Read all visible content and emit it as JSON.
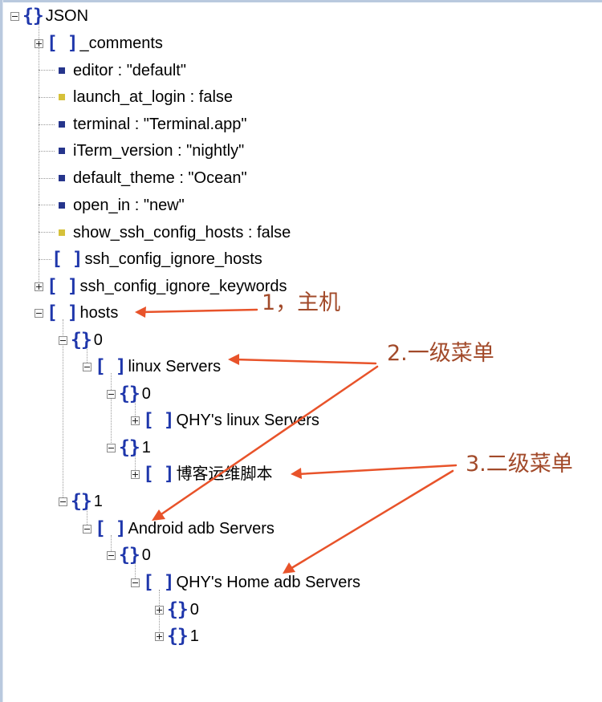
{
  "tree": {
    "root": "JSON",
    "comments": "_comments",
    "editor": "editor : \"default\"",
    "launch": "launch_at_login : false",
    "terminal": "terminal : \"Terminal.app\"",
    "iterm": "iTerm_version : \"nightly\"",
    "theme": "default_theme : \"Ocean\"",
    "open_in": "open_in : \"new\"",
    "show_ssh": "show_ssh_config_hosts : false",
    "ignore_hosts": "ssh_config_ignore_hosts",
    "ignore_keywords": "ssh_config_ignore_keywords",
    "hosts": "hosts",
    "host0": "0",
    "linux_servers": "linux Servers",
    "linux0": "0",
    "qhy_linux": "QHY's linux Servers",
    "linux1": "1",
    "blog": "博客运维脚本",
    "host1": "1",
    "android": "Android adb Servers",
    "android0": "0",
    "qhy_home": "QHY's Home adb Servers",
    "home0": "0",
    "home1": "1"
  },
  "annotations": {
    "host": "1，主机",
    "level1": "2.一级菜单",
    "level2": "3.二级菜单"
  },
  "colors": {
    "bracket": "#1e36ab",
    "arrow": "#e8532a",
    "annotation_text": "#a24a2a",
    "leaf_string": "#26358c",
    "leaf_boolean": "#d6c13a"
  },
  "icons": {
    "object": "curly-braces-icon",
    "array": "square-brackets-icon",
    "expanded": "minus-toggle-icon",
    "collapsed": "plus-toggle-icon"
  }
}
